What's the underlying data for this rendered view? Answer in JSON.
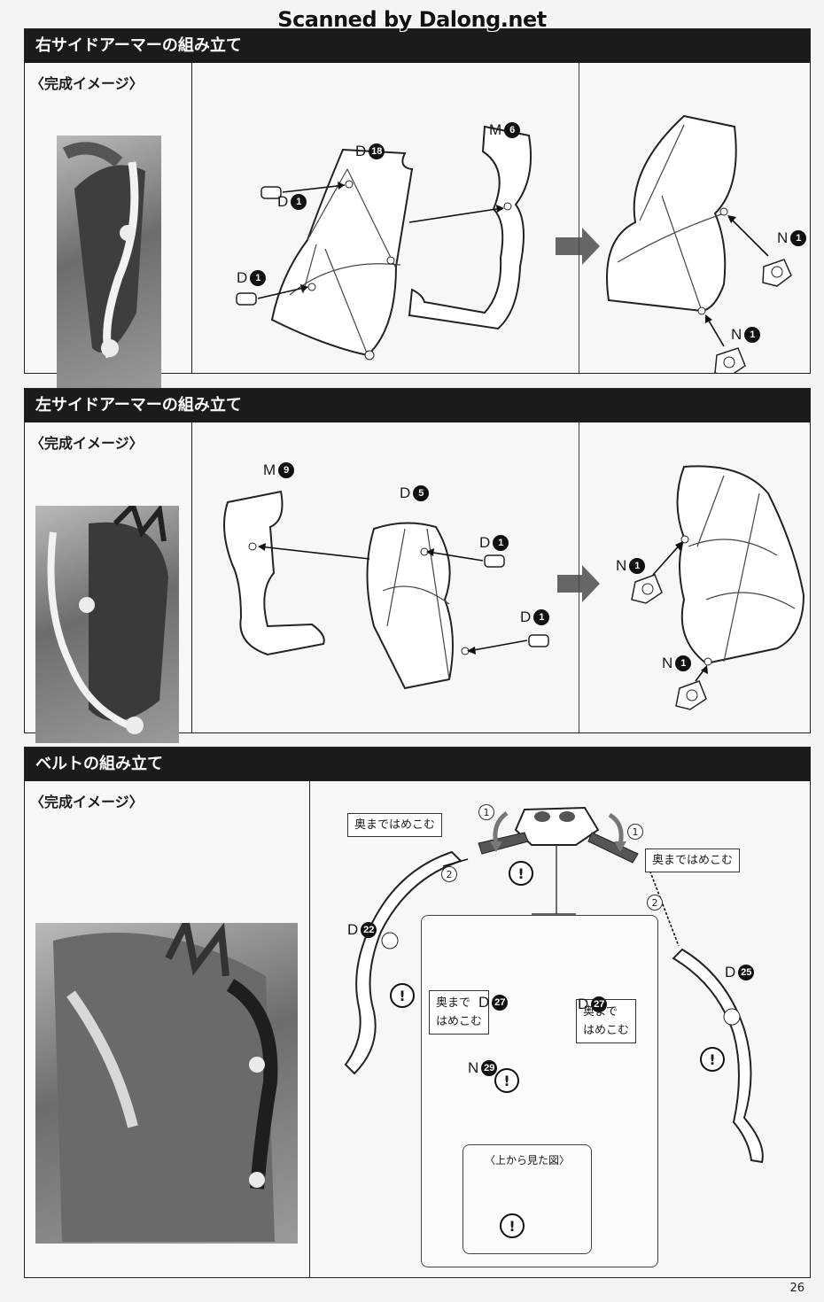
{
  "watermark": "Scanned by Dalong.net",
  "page_number": "26",
  "sections": [
    {
      "title": "右サイドアーマーの組み立て",
      "image_label": "〈完成イメージ〉",
      "parts": [
        {
          "letter": "D",
          "num": "18"
        },
        {
          "letter": "M",
          "num": "6"
        },
        {
          "letter": "D",
          "num": "1"
        },
        {
          "letter": "D",
          "num": "1"
        },
        {
          "letter": "N",
          "num": "1"
        },
        {
          "letter": "N",
          "num": "1"
        }
      ]
    },
    {
      "title": "左サイドアーマーの組み立て",
      "image_label": "〈完成イメージ〉",
      "parts": [
        {
          "letter": "M",
          "num": "9"
        },
        {
          "letter": "D",
          "num": "5"
        },
        {
          "letter": "D",
          "num": "1"
        },
        {
          "letter": "D",
          "num": "1"
        },
        {
          "letter": "N",
          "num": "1"
        },
        {
          "letter": "N",
          "num": "1"
        }
      ]
    },
    {
      "title": "ベルトの組み立て",
      "image_label": "〈完成イメージ〉",
      "parts": [
        {
          "letter": "D",
          "num": "22"
        },
        {
          "letter": "D",
          "num": "25"
        },
        {
          "letter": "D",
          "num": "27"
        },
        {
          "letter": "D",
          "num": "27"
        },
        {
          "letter": "N",
          "num": "29"
        }
      ],
      "callouts": [
        "奥まではめこむ",
        "奥まではめこむ",
        "奥まで\nはめこむ",
        "奥まで\nはめこむ"
      ],
      "callout_lines": [
        {
          "l1": "奥まで",
          "l2": "はめこむ"
        },
        {
          "l1": "奥まで",
          "l2": "はめこむ"
        }
      ],
      "steps": [
        "1",
        "1",
        "2",
        "2"
      ],
      "warning_symbol": "!",
      "inset_label": "〈上から見た図〉"
    }
  ]
}
